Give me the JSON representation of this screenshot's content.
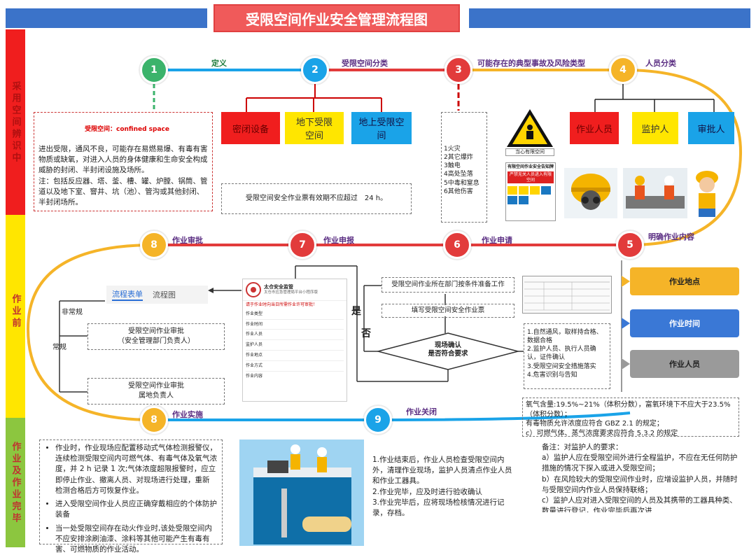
{
  "title": "受限空间作业安全管理流程图",
  "phases": [
    "采用空间辨识中",
    "作业前",
    "作业及作业完毕"
  ],
  "steps": {
    "s1": {
      "num": "1",
      "label": "定义"
    },
    "s2": {
      "num": "2",
      "label": "受限空间分类"
    },
    "s3": {
      "num": "3",
      "label": "可能存在的典型事故及风险类型"
    },
    "s4": {
      "num": "4",
      "label": "人员分类"
    },
    "s5": {
      "num": "5",
      "label": "明确作业内容"
    },
    "s6": {
      "num": "6",
      "label": "作业申请"
    },
    "s7": {
      "num": "7",
      "label": "作业申报"
    },
    "s8a": {
      "num": "8",
      "label": "作业审批"
    },
    "s8b": {
      "num": "8",
      "label": "作业实施"
    },
    "s9": {
      "num": "9",
      "label": "作业关闭"
    }
  },
  "definition": {
    "heading": "受限空间：confined space",
    "body": "进出受限，通风不良，可能存在易燃易爆、有毒有害物质或缺氧，对进入人员的身体健康和生命安全构成威胁的封闭、半封闭设施及场所。",
    "note": "注：包括反应器、塔、釜、槽、罐、炉膛、锅筒、管道以及地下室、窨井、坑（池）、管沟或其他封闭、半封闭场所。"
  },
  "categories": [
    "密闭设备",
    "地下受限空间",
    "地上受限空间"
  ],
  "validity": "受限空间安全作业票有效期不应超过　24 h。",
  "risks": [
    "1火灾",
    "2其它爆炸",
    "3触电",
    "4高处坠落",
    "5中毒和窒息",
    "6其他伤害"
  ],
  "sign": {
    "caption": "当心有限空间",
    "board_title": "有限空间作业安全告知牌",
    "danger": "严禁无关人员进入有限空间"
  },
  "people": [
    "作业人员",
    "监护人",
    "审批人"
  ],
  "content_items": [
    "作业地点",
    "作业时间",
    "作业人员"
  ],
  "apply": {
    "step1": "受限空间作业所在部门按条件准备工作",
    "step2": "填写受限空间安全作业票",
    "decision": "现场确认\n是否符合要求",
    "yes": "是",
    "no": "否",
    "checks": [
      "1.自然通风，取样持合格、数据合格",
      "2.监护人员、执行人员确认，证件确认",
      "3.受限空间安全措施落实",
      "4.危害识别与告知"
    ]
  },
  "declare": {
    "org": "太仓安全监管",
    "org_sub": "太仓市应急管理局平台小程序版",
    "form_title": "请于作业时向当日所需作业许可审批！",
    "fields": [
      "作业类型",
      "作业时间",
      "作业人员",
      "监护人员",
      "作业地点",
      "作业方式",
      "作业内容"
    ],
    "tab_active": "流程表单",
    "tab_other": "流程图"
  },
  "approval": {
    "abnormal": "非常规",
    "normal": "常规",
    "box1_l1": "受限空间作业审批",
    "box1_l2": "（安全管理部门负责人）",
    "box2_l1": "受限空间作业审批",
    "box2_l2": "属地负责人"
  },
  "gas": [
    "氧气含量:19.5%~21%（体积分数），富氧环境下不应大于23.5%（体积分数）；",
    "有毒物质允许浓度应符合 GBZ 2.1 的规定；",
    "c）可燃气体、蒸气浓度要求应符合 5.3.2 的规定"
  ],
  "implement": [
    "作业时，作业现场应配置移动式气体检测报警仪，连续检测受限空间内可燃气体、有毒气体及氧气浓度，并 2 h 记录 1 次;气体浓度超限报警时，应立即停止作业、撤离人员、对现场进行处理，重新 检测合格后方可恢复作业。",
    "进入受限空间作业人员应正确穿戴相应的个体防护装备",
    "当一处受限空间存在动火作业时,该处受限空间内不应安排涂刷油漆、涂料等其他可能产生有毒有害、可燃物质的作业活动。"
  ],
  "close": [
    "1.作业结束后，作业人员检查受限空间内外，清理作业现场，监护人员清点作业人员和作业工器具。",
    "2.作业完毕，应及时进行验收确认",
    "3.作业完毕后，应将现场检核情况进行记录，存档。"
  ],
  "monitor": {
    "heading": "备注：对监护人的要求：",
    "items": [
      "a）监护人应在受限空间外进行全程监护，不应在无任何防护措施的情况下探入或进入受限空间；",
      "b）在风险较大的受限空间作业时，应增设监护人员，并随时与受限空间内作业人员保持联络；",
      "c）监护人应对进入受限空间的人员及其携带的工器具种类、数量进行登记，作业完毕后再次进"
    ]
  },
  "colors": {
    "red": "#e23b3b",
    "yellow": "#ffe600",
    "blue": "#1aa3e8",
    "green": "#55b66e",
    "orange": "#f5b428",
    "purple": "#5a2d82"
  }
}
